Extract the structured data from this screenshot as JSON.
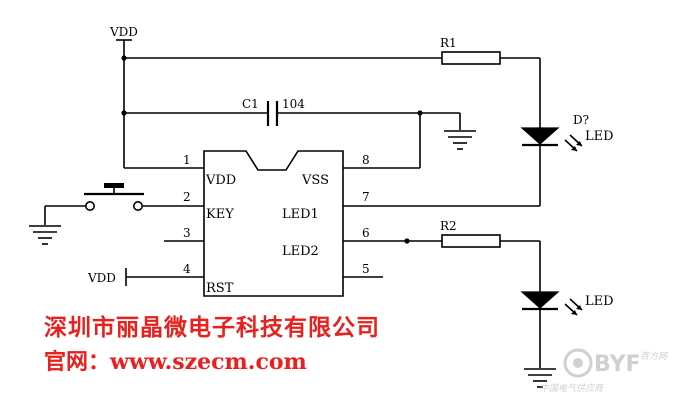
{
  "net_labels": {
    "vdd_top": "VDD",
    "vdd_rst": "VDD"
  },
  "components": {
    "r1": "R1",
    "r2": "R2",
    "c1": "C1",
    "c1_value": "104",
    "d_ref": "D?",
    "led1": "LED",
    "led2": "LED"
  },
  "ic": {
    "pins": [
      {
        "num": "1",
        "name": "VDD"
      },
      {
        "num": "2",
        "name": "KEY"
      },
      {
        "num": "3",
        "name": ""
      },
      {
        "num": "4",
        "name": "RST"
      },
      {
        "num": "5",
        "name": ""
      },
      {
        "num": "6",
        "name": "LED2"
      },
      {
        "num": "7",
        "name": "LED1"
      },
      {
        "num": "8",
        "name": "VSS"
      }
    ]
  },
  "footer": {
    "company": "深圳市丽晶微电子科技有限公司",
    "website": "官网：www.szecm.com"
  },
  "watermark": {
    "brand": "BYF",
    "brand_cn": "百方网",
    "tagline": "中国电气供应商"
  },
  "colors": {
    "wire": "#000000",
    "footer_text": "#e8201e",
    "watermark": "#c8c8c8"
  }
}
